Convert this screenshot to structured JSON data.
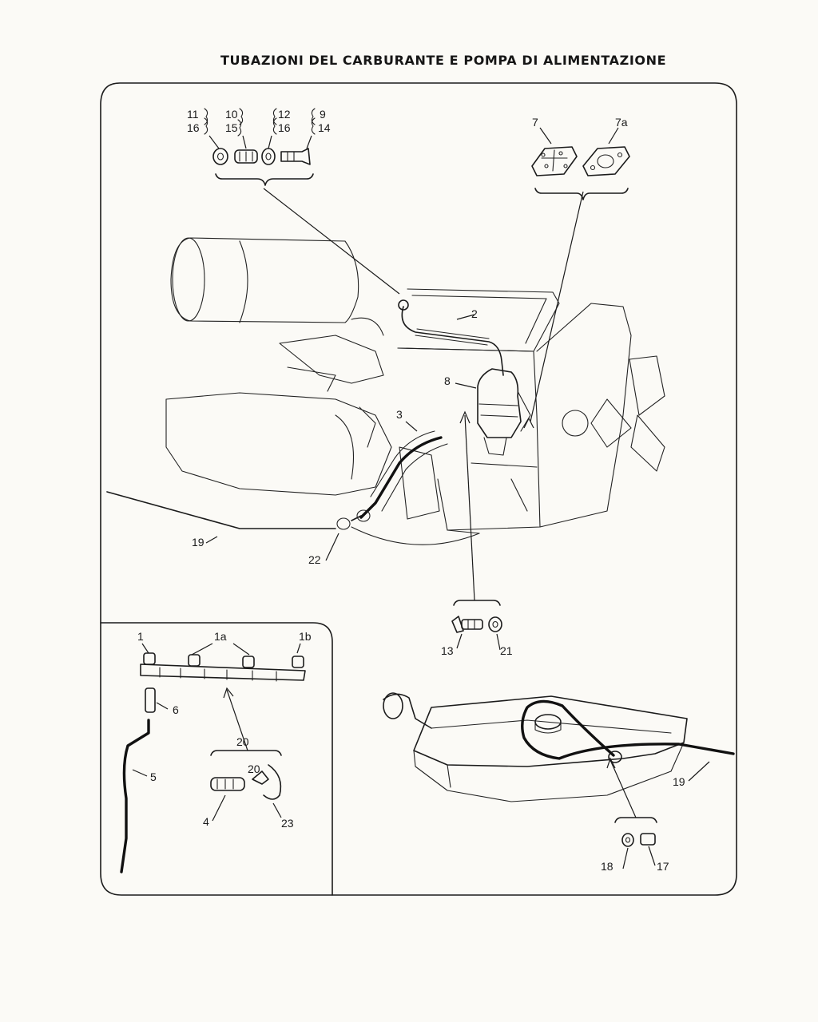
{
  "title": "TUBAZIONI DEL CARBURANTE E POMPA  DI ALIMENTAZIONE",
  "labels": {
    "p1": "1",
    "p1a": "1a",
    "p1b": "1b",
    "p2": "2",
    "p3": "3",
    "p4": "4",
    "p5": "5",
    "p6": "6",
    "p7": "7",
    "p7a": "7a",
    "p8": "8",
    "p9": "9",
    "p10": "10",
    "p11": "11",
    "p12": "12",
    "p13": "13",
    "p14": "14",
    "p15": "15",
    "p16a": "16",
    "p16b": "16",
    "p17": "17",
    "p18": "18",
    "p19a": "19",
    "p19b": "19",
    "p20a": "20",
    "p20b": "20",
    "p21": "21",
    "p22": "22",
    "p23": "23"
  }
}
